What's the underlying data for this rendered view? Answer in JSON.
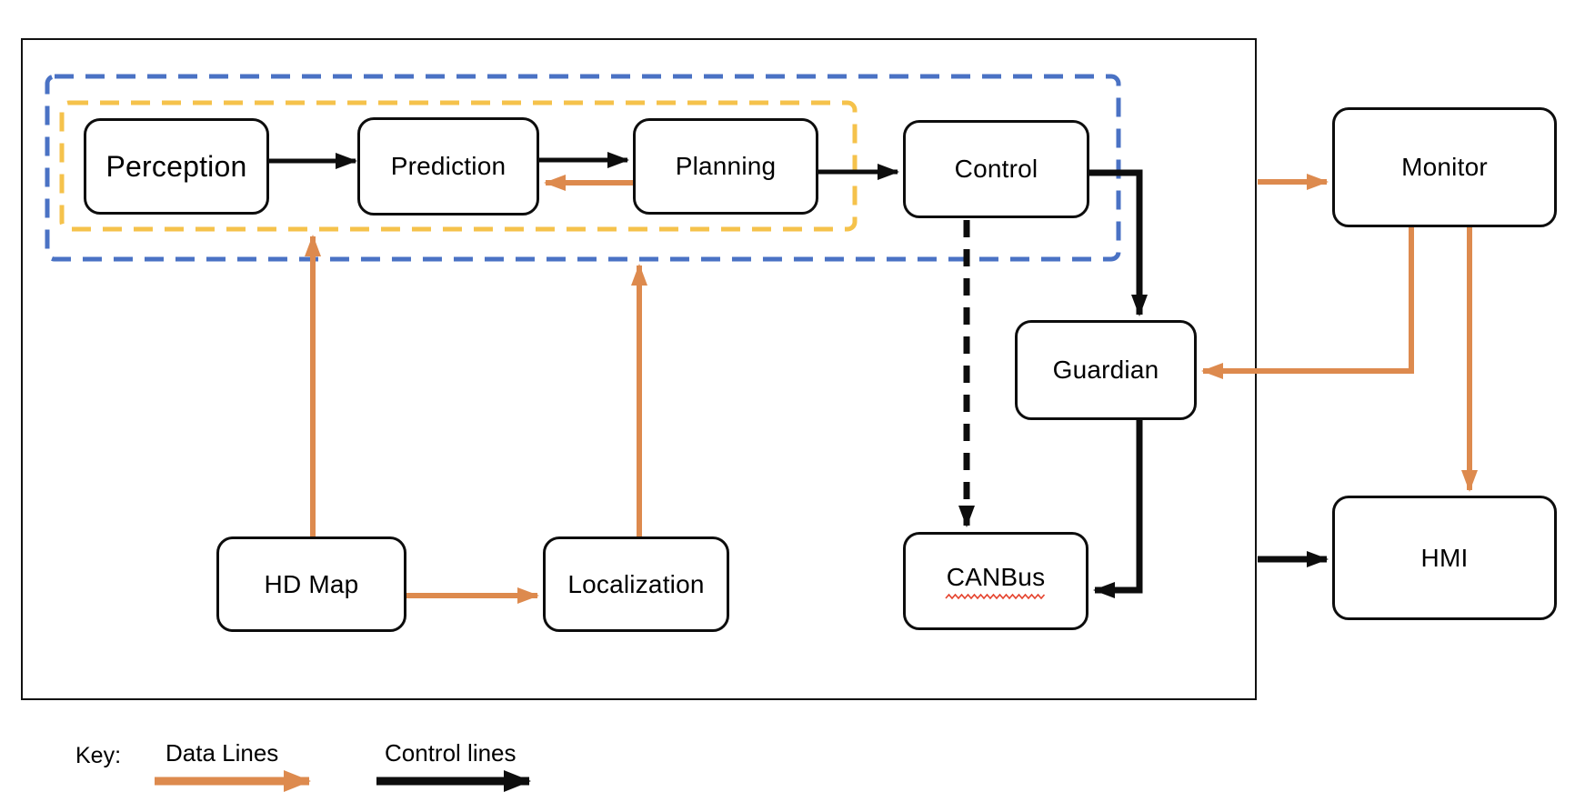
{
  "nodes": {
    "perception": {
      "label": "Perception"
    },
    "prediction": {
      "label": "Prediction"
    },
    "planning": {
      "label": "Planning"
    },
    "control": {
      "label": "Control"
    },
    "monitor": {
      "label": "Monitor"
    },
    "guardian": {
      "label": "Guardian"
    },
    "hd_map": {
      "label": "HD Map"
    },
    "localization": {
      "label": "Localization"
    },
    "canbus": {
      "label": "CANBus"
    },
    "hmi": {
      "label": "HMI"
    }
  },
  "key": {
    "label": "Key:",
    "data_lines": "Data Lines",
    "control_lines": "Control lines"
  },
  "colors": {
    "control_line": "#0d0d0d",
    "data_line": "#dd8a4e",
    "outer_group_dashed_border": "#4a72c4",
    "inner_group_dashed_border": "#f5c24b",
    "spellcheck_underline": "#e5432e"
  },
  "edges": [
    {
      "from": "Perception",
      "to": "Prediction",
      "type": "control"
    },
    {
      "from": "Prediction",
      "to": "Planning",
      "type": "control"
    },
    {
      "from": "Planning",
      "to": "Prediction",
      "type": "data"
    },
    {
      "from": "Planning",
      "to": "Control",
      "type": "control"
    },
    {
      "from": "Control",
      "to": "Guardian",
      "type": "control"
    },
    {
      "from": "Control",
      "to": "CANBus",
      "type": "control-dashed"
    },
    {
      "from": "Guardian",
      "to": "CANBus",
      "type": "control"
    },
    {
      "from": "HD Map",
      "to": "inner-module-group",
      "type": "data"
    },
    {
      "from": "HD Map",
      "to": "Localization",
      "type": "data"
    },
    {
      "from": "Localization",
      "to": "outer-module-group",
      "type": "data"
    },
    {
      "from": "system-boundary",
      "to": "Monitor",
      "type": "data"
    },
    {
      "from": "Monitor",
      "to": "Guardian",
      "type": "data"
    },
    {
      "from": "Monitor",
      "to": "HMI",
      "type": "data"
    },
    {
      "from": "system-boundary",
      "to": "HMI",
      "type": "control"
    }
  ]
}
